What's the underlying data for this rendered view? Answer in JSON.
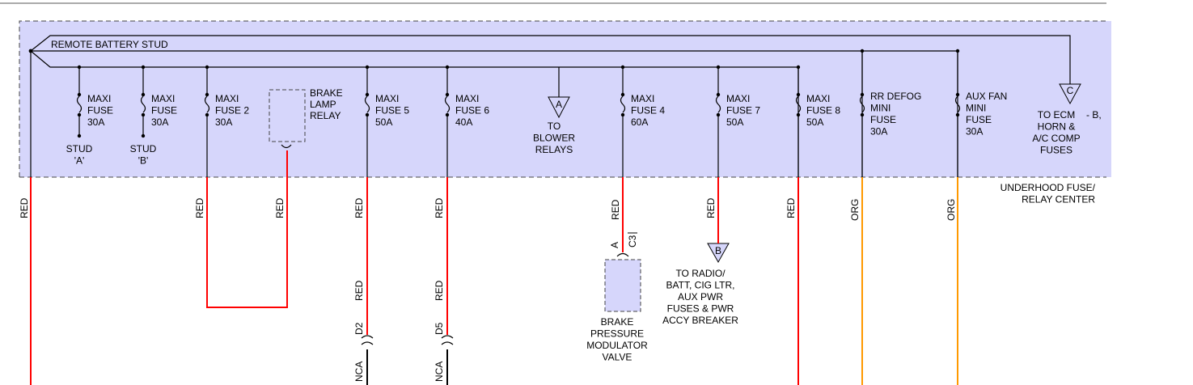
{
  "colors": {
    "fuse_box_fill": "#d6d6fb",
    "red_wire": "#ff0000",
    "org_wire": "#ff9900",
    "black_wire": "#000000"
  },
  "bus": {
    "label": "REMOTE BATTERY STUD"
  },
  "fuses": [
    {
      "lines": [
        "MAXI",
        "FUSE",
        "30A"
      ],
      "below": [
        "STUD",
        "'A'"
      ]
    },
    {
      "lines": [
        "MAXI",
        "FUSE",
        "30A"
      ],
      "below": [
        "STUD",
        "'B'"
      ]
    },
    {
      "lines": [
        "MAXI",
        "FUSE 2",
        "30A"
      ],
      "wire": "RED"
    },
    {
      "lines": [
        "MAXI",
        "FUSE 5",
        "50A"
      ],
      "wire": "RED"
    },
    {
      "lines": [
        "MAXI",
        "FUSE 6",
        "40A"
      ],
      "wire": "RED"
    },
    {
      "lines": [
        "MAXI",
        "FUSE 4",
        "60A"
      ],
      "wire": "RED"
    },
    {
      "lines": [
        "MAXI",
        "FUSE 7",
        "50A"
      ],
      "wire": "RED"
    },
    {
      "lines": [
        "MAXI",
        "FUSE 8",
        "50A"
      ],
      "wire": "RED"
    },
    {
      "lines": [
        "RR DEFOG",
        "MINI",
        "FUSE",
        "30A"
      ],
      "wire": "ORG"
    },
    {
      "lines": [
        "AUX FAN",
        "MINI",
        "FUSE",
        "30A"
      ],
      "wire": "ORG"
    }
  ],
  "relay": {
    "lines": [
      "BRAKE",
      "LAMP",
      "RELAY"
    ],
    "wire": "RED"
  },
  "left_wire": "RED",
  "connector_a": {
    "letter": "A",
    "lines": [
      "TO",
      "BLOWER",
      "RELAYS"
    ]
  },
  "connector_b": {
    "letter": "B",
    "lines": [
      "TO RADIO/",
      "BATT, CIG LTR,",
      "AUX PWR",
      "FUSES & PWR",
      "ACCY BREAKER"
    ]
  },
  "connector_c": {
    "letter": "C",
    "lines": [
      "TO ECM",
      "HORN &",
      "A/C COMP",
      "FUSES"
    ],
    "suffix": "- B,"
  },
  "box_label": [
    "UNDERHOOD FUSE/",
    "RELAY CENTER"
  ],
  "lower": {
    "d2": {
      "top": "RED",
      "pin": "D2",
      "bottom": "NCA"
    },
    "d5": {
      "top": "RED",
      "pin": "D5",
      "bottom": "NCA"
    }
  },
  "modulator": {
    "pin": "A",
    "connector": "C3",
    "lines": [
      "BRAKE",
      "PRESSURE",
      "MODULATOR",
      "VALVE"
    ]
  }
}
